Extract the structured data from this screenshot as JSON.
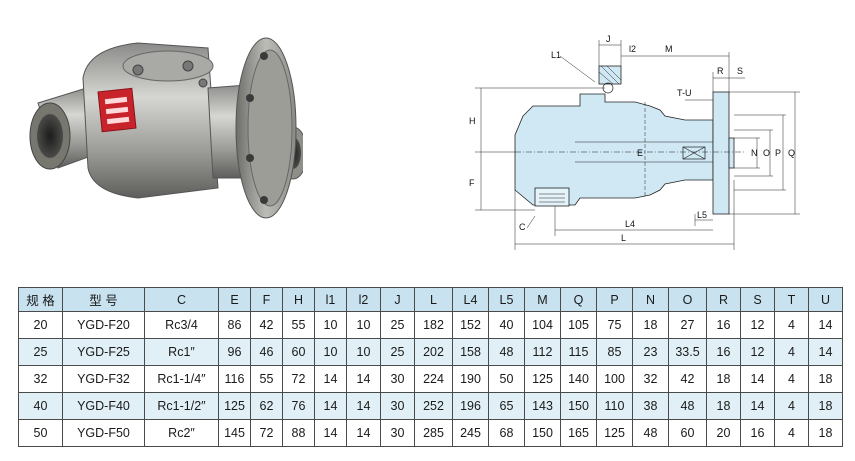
{
  "drawing": {
    "labels": {
      "L1": "L1",
      "J": "J",
      "l2": "l2",
      "M": "M",
      "R": "R",
      "S": "S",
      "TU": "T-U",
      "H": "H",
      "F": "F",
      "E": "E",
      "N": "N",
      "O": "O",
      "P": "P",
      "Q": "Q",
      "C": "C",
      "L4": "L4",
      "L5": "L5",
      "L": "L"
    }
  },
  "table": {
    "headers": [
      "规 格",
      "型 号",
      "C",
      "E",
      "F",
      "H",
      "l1",
      "l2",
      "J",
      "L",
      "L4",
      "L5",
      "M",
      "Q",
      "P",
      "N",
      "O",
      "R",
      "S",
      "T",
      "U"
    ],
    "rows": [
      [
        "20",
        "YGD-F20",
        "Rc3/4",
        "86",
        "42",
        "55",
        "10",
        "10",
        "25",
        "182",
        "152",
        "40",
        "104",
        "105",
        "75",
        "18",
        "27",
        "16",
        "12",
        "4",
        "14"
      ],
      [
        "25",
        "YGD-F25",
        "Rc1″",
        "96",
        "46",
        "60",
        "10",
        "10",
        "25",
        "202",
        "158",
        "48",
        "112",
        "115",
        "85",
        "23",
        "33.5",
        "16",
        "12",
        "4",
        "14"
      ],
      [
        "32",
        "YGD-F32",
        "Rc1-1/4″",
        "116",
        "55",
        "72",
        "14",
        "14",
        "30",
        "224",
        "190",
        "50",
        "125",
        "140",
        "100",
        "32",
        "42",
        "18",
        "14",
        "4",
        "18"
      ],
      [
        "40",
        "YGD-F40",
        "Rc1-1/2″",
        "125",
        "62",
        "76",
        "14",
        "14",
        "30",
        "252",
        "196",
        "65",
        "143",
        "150",
        "110",
        "38",
        "48",
        "18",
        "14",
        "4",
        "18"
      ],
      [
        "50",
        "YGD-F50",
        "Rc2″",
        "145",
        "72",
        "88",
        "14",
        "14",
        "30",
        "285",
        "245",
        "68",
        "150",
        "165",
        "125",
        "48",
        "60",
        "20",
        "16",
        "4",
        "18"
      ]
    ]
  }
}
